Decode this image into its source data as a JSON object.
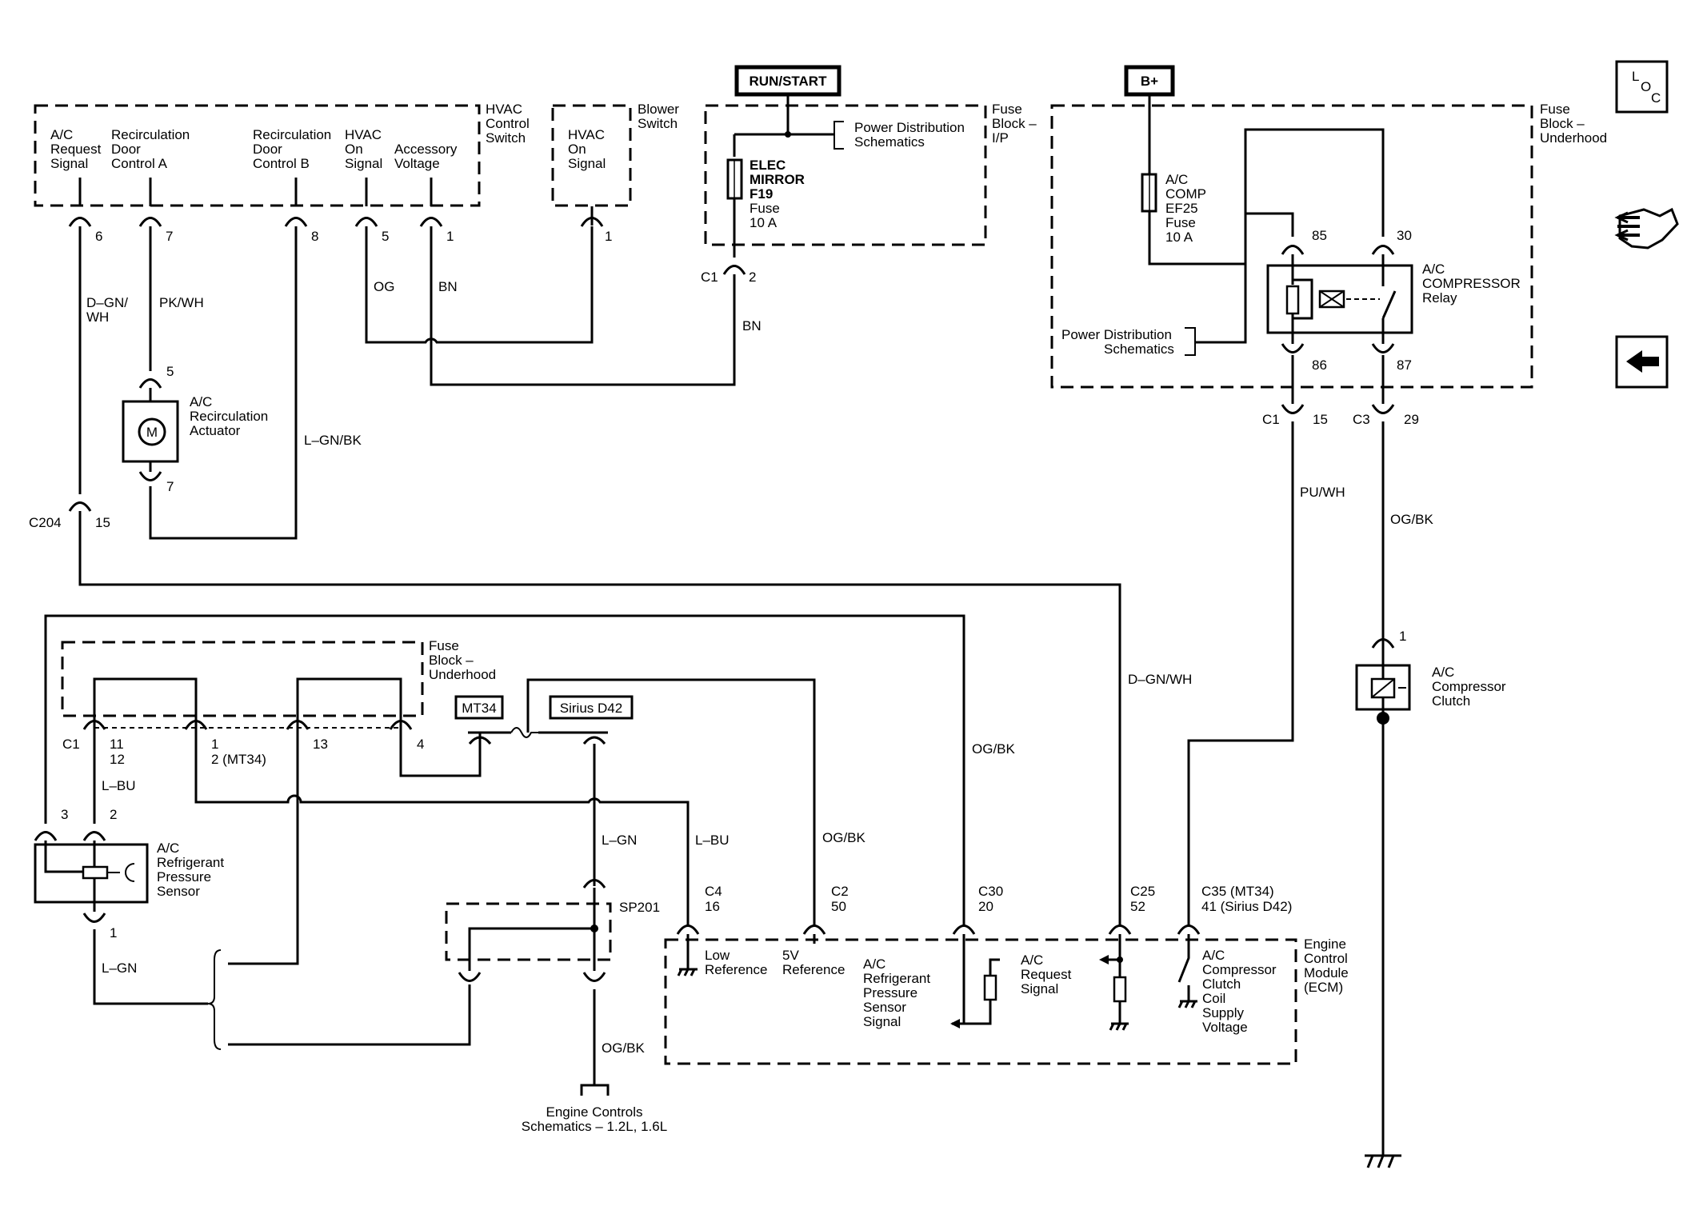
{
  "power": {
    "run_start": "RUN/START",
    "b_plus": "B+"
  },
  "hvac_switch": {
    "title": [
      "HVAC",
      "Control",
      "Switch"
    ],
    "ac_request": [
      "A/C",
      "Request",
      "Signal"
    ],
    "recirc_a": [
      "Recirculation",
      "Door",
      "Control A"
    ],
    "recirc_b": [
      "Recirculation",
      "Door",
      "Control B"
    ],
    "hvac_on": [
      "HVAC",
      "On",
      "Signal"
    ],
    "accessory": [
      "Accessory",
      "Voltage"
    ],
    "pins": [
      "6",
      "7",
      "8",
      "5",
      "1"
    ]
  },
  "blower_switch": {
    "title": [
      "Blower",
      "Switch"
    ],
    "hvac_on": [
      "HVAC",
      "On",
      "Signal"
    ],
    "pin": "1"
  },
  "fuse_block_ip": {
    "title": [
      "Fuse",
      "Block –",
      "I/P"
    ],
    "power_dist": [
      "Power Distribution",
      "Schematics"
    ],
    "fuse": [
      "ELEC",
      "MIRROR",
      "F19",
      "Fuse",
      "10 A"
    ],
    "connector": "C1",
    "pin": "2"
  },
  "fuse_block_underhood_top": {
    "title": [
      "Fuse",
      "Block –",
      "Underhood"
    ],
    "fuse": [
      "A/C",
      "COMP",
      "EF25",
      "Fuse",
      "10 A"
    ],
    "relay": [
      "A/C",
      "COMPRESSOR",
      "Relay"
    ],
    "power_dist": [
      "Power Distribution",
      "Schematics"
    ],
    "pins": [
      "85",
      "30",
      "86",
      "87"
    ],
    "c1": "C1",
    "c1_pin": "15",
    "c3": "C3",
    "c3_pin": "29"
  },
  "wires": {
    "dgn_wh": [
      "D–GN/",
      "WH"
    ],
    "pk_wh": "PK/WH",
    "og": "OG",
    "bn": "BN",
    "bn2": "BN",
    "lgn_bk": "L–GN/BK",
    "pu_wh": "PU/WH",
    "og_bk": "OG/BK",
    "dgn_wh2": "D–GN/WH",
    "og_bk2": "OG/BK",
    "l_bu": "L–BU",
    "l_gn": "L–GN",
    "l_bu2": "L–BU",
    "og_bk3": "OG/BK",
    "l_gn2": "L–GN",
    "og_bk4": "OG/BK"
  },
  "actuator": {
    "label": [
      "A/C",
      "Recirculation",
      "Actuator"
    ],
    "motor": "M",
    "pin_top": "5",
    "pin_bottom": "7"
  },
  "c204": {
    "name": "C204",
    "pin": "15"
  },
  "fuse_block_underhood_bottom": {
    "title": [
      "Fuse",
      "Block –",
      "Underhood"
    ],
    "c1": "C1",
    "pins": [
      "11",
      "12",
      "1",
      "2 (MT34)",
      "13",
      "4"
    ]
  },
  "options": {
    "mt34": "MT34",
    "sirius": "Sirius D42"
  },
  "pressure_sensor": {
    "label": [
      "A/C",
      "Refrigerant",
      "Pressure",
      "Sensor"
    ],
    "pins": [
      "3",
      "2",
      "1"
    ]
  },
  "sp201": "SP201",
  "engine_controls": [
    "Engine Controls",
    "Schematics – 1.2L, 1.6L"
  ],
  "compressor_clutch": {
    "label": [
      "A/C",
      "Compressor",
      "Clutch"
    ],
    "pin": "1"
  },
  "ecm": {
    "title": [
      "Engine",
      "Control",
      "Module",
      "(ECM)"
    ],
    "c4": [
      "C4",
      "16"
    ],
    "c2": [
      "C2",
      "50"
    ],
    "c30": [
      "C30",
      "20"
    ],
    "c25": [
      "C25",
      "52"
    ],
    "c35": [
      "C35 (MT34)",
      "41 (Sirius D42)"
    ],
    "low_ref": [
      "Low",
      "Reference"
    ],
    "ref5v": [
      "5V",
      "Reference"
    ],
    "sensor_signal": [
      "A/C",
      "Refrigerant",
      "Pressure",
      "Sensor",
      "Signal"
    ],
    "request": [
      "A/C",
      "Request",
      "Signal"
    ],
    "clutch_supply": [
      "A/C",
      "Compressor",
      "Clutch",
      "Coil",
      "Supply",
      "Voltage"
    ]
  },
  "nav": {
    "loc_icon": "loc-icon",
    "loc_letters": [
      "L",
      "O",
      "C"
    ],
    "connector_icon": "connector-end-view-icon",
    "back_icon": "back-arrow-icon"
  }
}
